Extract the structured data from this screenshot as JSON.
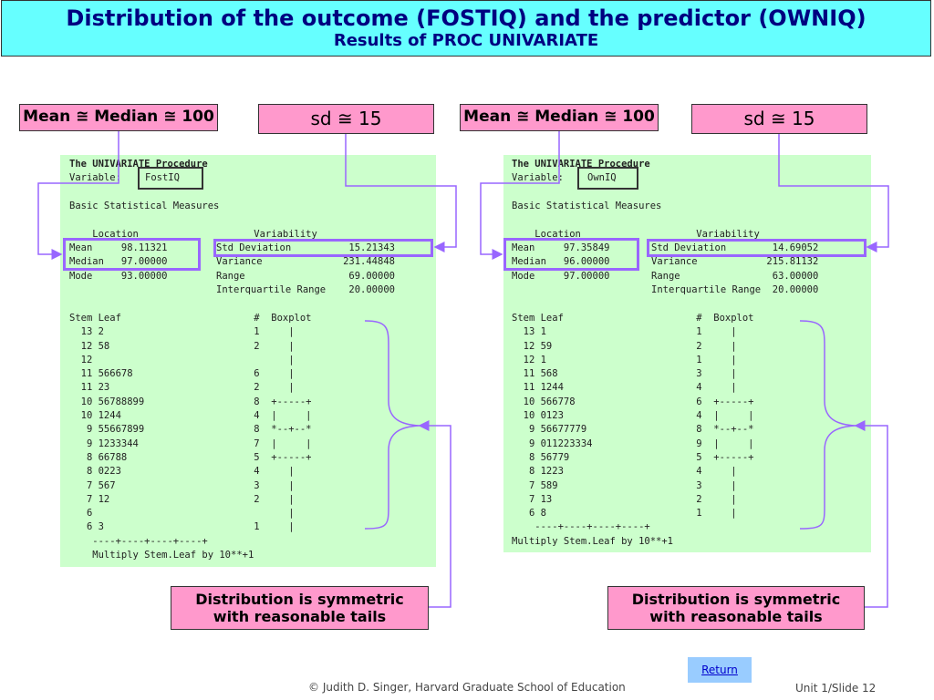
{
  "title": {
    "main": "Distribution of the outcome (FOSTIQ) and the predictor (OWNIQ)",
    "sub": "Results of PROC UNIVARIATE"
  },
  "callouts": {
    "mean_median": "Mean ≅ Median ≅ 100",
    "sd": "sd ≅ 15",
    "symmetric_line1": "Distribution is symmetric",
    "symmetric_line2": "with reasonable tails"
  },
  "left_panel": {
    "header": "The UNIVARIATE Procedure",
    "variable_label": "Variable:",
    "variable_name": "FostIQ",
    "basic": "Basic Statistical Measures",
    "loc_var_header": "    Location                    Variability",
    "location": "Mean     98.11321\nMedian   97.00000\nMode     93.00000",
    "variability": "Std Deviation          15.21343\nVariance              231.44848\nRange                  69.00000\nInterquartile Range    20.00000",
    "stemleaf": "Stem Leaf                       #  Boxplot\n  13 2                          1     |\n  12 58                         2     |\n  12                                  |\n  11 566678                     6     |\n  11 23                         2     |\n  10 56788899                   8  +-----+\n  10 1244                       4  |     |\n   9 55667899                   8  *--+--*\n   9 1233344                    7  |     |\n   8 66788                      5  +-----+\n   8 0223                       4     |\n   7 567                        3     |\n   7 12                         2     |\n   6                                  |\n   6 3                          1     |\n    ----+----+----+----+\n    Multiply Stem.Leaf by 10**+1"
  },
  "right_panel": {
    "header": "The UNIVARIATE Procedure",
    "variable_label": "Variable:",
    "variable_name": "OwnIQ",
    "basic": "Basic Statistical Measures",
    "loc_var_header": "    Location                    Variability",
    "location": "Mean     97.35849\nMedian   96.00000\nMode     97.00000",
    "variability": "Std Deviation        14.69052\nVariance            215.81132\nRange                63.00000\nInterquartile Range  20.00000",
    "stemleaf": "Stem Leaf                       #  Boxplot\n  13 1                          1     |\n  12 59                         2     |\n  12 1                          1     |\n  11 568                        3     |\n  11 1244                       4     |\n  10 566778                     6  +-----+\n  10 0123                       4  |     |\n   9 56677779                   8  *--+--*\n   9 011223334                  9  |     |\n   8 56779                      5  +-----+\n   8 1223                       4     |\n   7 589                        3     |\n   7 13                         2     |\n   6 8                          1     |\n    ----+----+----+----+\nMultiply Stem.Leaf by 10**+1"
  },
  "footer": {
    "copyright": "© Judith D. Singer, Harvard Graduate School of Education",
    "slide": "Unit 1/Slide 12",
    "return_label": "Return"
  },
  "colors": {
    "title_bg": "#66ffff",
    "title_text": "#000080",
    "callout_bg": "#ff99cc",
    "panel_bg": "#ccffcc",
    "connector": "#9966ff"
  }
}
